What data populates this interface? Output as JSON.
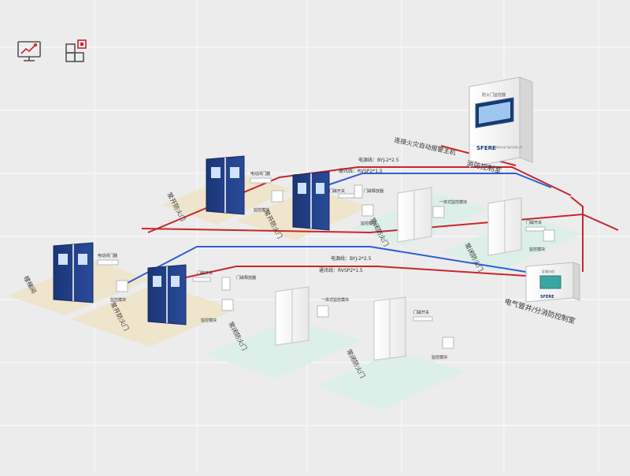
{
  "toolbar": {
    "monitor_icon": "monitor-chart-icon",
    "layout_icon": "layout-grid-icon"
  },
  "colors": {
    "background": "#ececec",
    "power_line": "#c8262b",
    "comm_line": "#2f5ed6",
    "door_blue": "#1f3d84",
    "zone_beige": "#efe4cc",
    "zone_mint": "#dcefe9"
  },
  "main_controller": {
    "screen_title": "防火门监控器",
    "brand": "SFERE",
    "company": "江苏斯菲尔电气股份有限公司",
    "label_room": "消防控制室",
    "label_link": "连接火灾自动报警主机"
  },
  "sub_controller": {
    "screen_title": "区域分机",
    "brand": "SFERE",
    "label": "电气管井/分消防控制室"
  },
  "cables": {
    "power_top": "电源线：BYJ-2*2.5",
    "comm_top": "通讯线：RVSP2*1.5",
    "power_bottom": "电源线：BYJ-2*2.5",
    "comm_bottom": "通讯线：RVSP2*1.5"
  },
  "devices": {
    "door_closer": "电动闭门器",
    "door_switch": "门磁开关",
    "door_release": "门磁释放器",
    "monitor_module": "监控模块",
    "integrated_module": "一体式监控模块"
  },
  "zones": {
    "normally_open": "常开防火门",
    "normally_closed": "常闭防火门",
    "stairwell": "楼梯间"
  }
}
